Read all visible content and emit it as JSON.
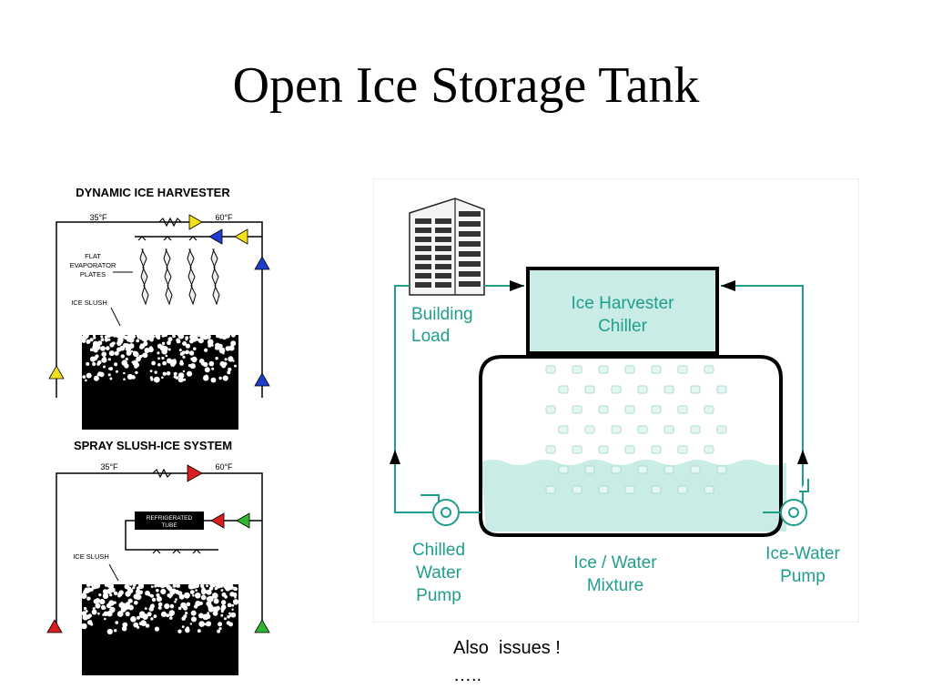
{
  "slide": {
    "title": "Open Ice Storage Tank"
  },
  "harvester": {
    "title": "DYNAMIC ICE HARVESTER",
    "temp_low": "35°F",
    "temp_high": "60°F",
    "plates_label": [
      "FLAT",
      "EVAPORATOR",
      "PLATES"
    ],
    "slush_label": "ICE SLUSH"
  },
  "spray": {
    "title": "SPRAY SLUSH-ICE SYSTEM",
    "temp_low": "35°F",
    "temp_high": "60°F",
    "tube_label": [
      "REFRIGERATED",
      "TUBE"
    ],
    "slush_label": "ICE SLUSH"
  },
  "schematic": {
    "building_label": [
      "Building",
      "Load"
    ],
    "chiller_label": [
      "Ice Harvester",
      "Chiller"
    ],
    "chilled_pump_label": [
      "Chilled",
      "Water",
      "Pump"
    ],
    "mixture_label": [
      "Ice / Water",
      "Mixture"
    ],
    "icewater_pump_label": [
      "Ice-Water",
      "Pump"
    ],
    "colors": {
      "teal": "#1f9e8e",
      "tank_fill": "#c9ece6",
      "label": "#1f9e8e"
    }
  },
  "note": {
    "line1": "Also  issues !",
    "line2": "….."
  }
}
